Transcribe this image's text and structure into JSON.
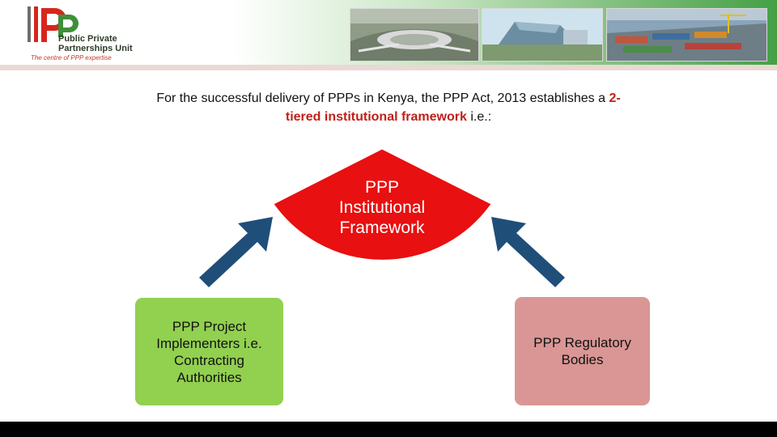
{
  "header": {
    "logo_name_line1": "Public Private",
    "logo_name_line2": "Partnerships Unit",
    "logo_tagline": "The centre of PPP expertise",
    "logo_colors": {
      "red": "#d7261c",
      "green": "#3f8f3a",
      "gray": "#6e6e6e"
    },
    "photos": [
      "airport-photo",
      "building-photo",
      "port-photo"
    ]
  },
  "intro": {
    "part1": "For the successful delivery of PPPs in Kenya, the PPP Act, 2013 establishes a ",
    "highlight_number": "2-",
    "highlight_phrase": "tiered institutional framework",
    "part2": " i.e.:"
  },
  "diagram": {
    "center_line1": "PPP",
    "center_line2": "Institutional",
    "center_line3": "Framework",
    "left_box": {
      "line1": "PPP Project",
      "line2": "Implementers i.e.",
      "line3": "Contracting",
      "line4": "Authorities"
    },
    "right_box": {
      "line1": "PPP Regulatory",
      "line2": "Bodies"
    },
    "colors": {
      "center": "#e81010",
      "arrow": "#1f4e79",
      "left_box": "#92d050",
      "right_box": "#d99694"
    }
  }
}
